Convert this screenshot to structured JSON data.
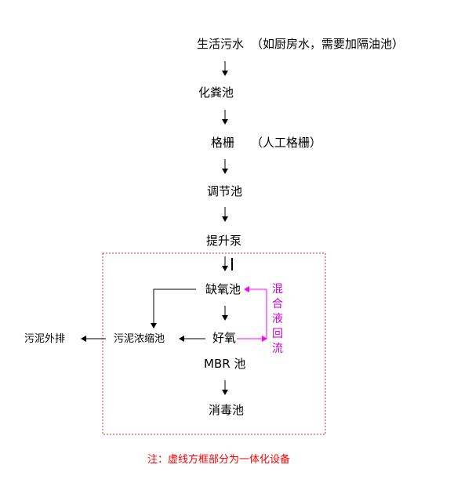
{
  "steps": {
    "domestic_sewage": "生活污水",
    "domestic_sewage_note": "（如厨房水，需要加隔油池）",
    "septic_tank": "化粪池",
    "grille": "格栅",
    "grille_note": "（人工格栅）",
    "regulating_tank": "调节池",
    "lift_pump": "提升泵",
    "anoxic_tank": "缺氧池",
    "aerobic": "好氧",
    "mbr_tank": "MBR 池",
    "disinfection_tank": "消毒池",
    "sludge_thickening_tank": "污泥浓缩池",
    "sludge_discharge": "污泥外排"
  },
  "mixed_liquor_reflux": "混合液回流",
  "note": "注：虚线方框部分为一体化设备",
  "colors": {
    "reflux": "#cc00cc",
    "note": "#ff0000",
    "dashed_box": "#cc3333"
  }
}
